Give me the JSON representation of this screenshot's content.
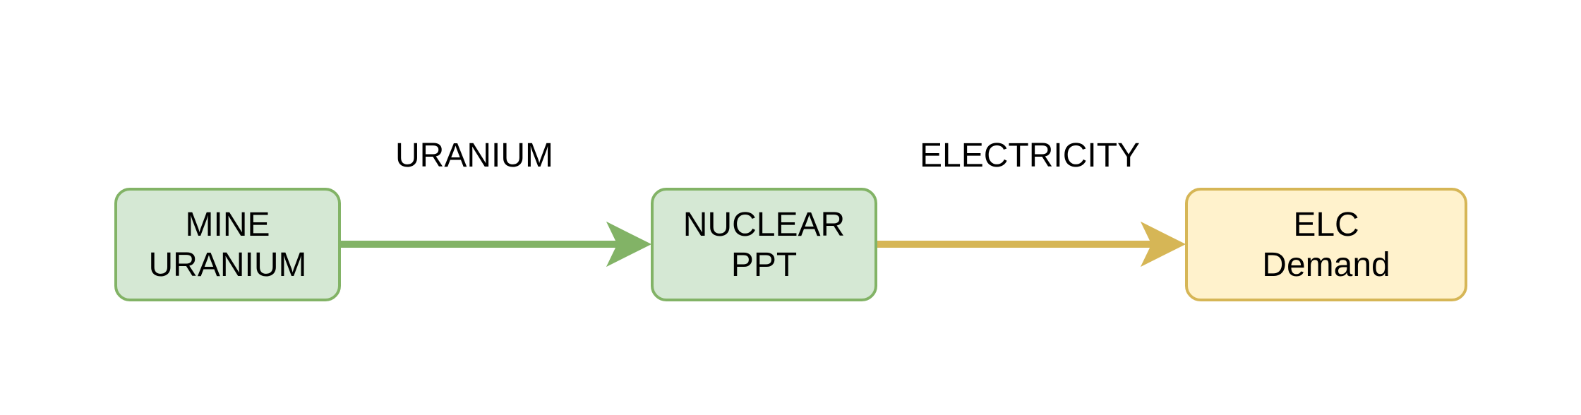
{
  "diagram": {
    "nodes": [
      {
        "id": "mine",
        "lines": [
          "MINE",
          "URANIUM"
        ],
        "fill": "#d5e8d4",
        "stroke": "#82b366"
      },
      {
        "id": "nuclear",
        "lines": [
          "NUCLEAR",
          "PPT"
        ],
        "fill": "#d5e8d4",
        "stroke": "#82b366"
      },
      {
        "id": "demand",
        "lines": [
          "ELC",
          "Demand"
        ],
        "fill": "#fff2cc",
        "stroke": "#d6b656"
      }
    ],
    "edges": [
      {
        "from": "mine",
        "to": "nuclear",
        "label": "URANIUM",
        "color": "#82b366"
      },
      {
        "from": "nuclear",
        "to": "demand",
        "label": "ELECTRICITY",
        "color": "#d6b656"
      }
    ]
  }
}
